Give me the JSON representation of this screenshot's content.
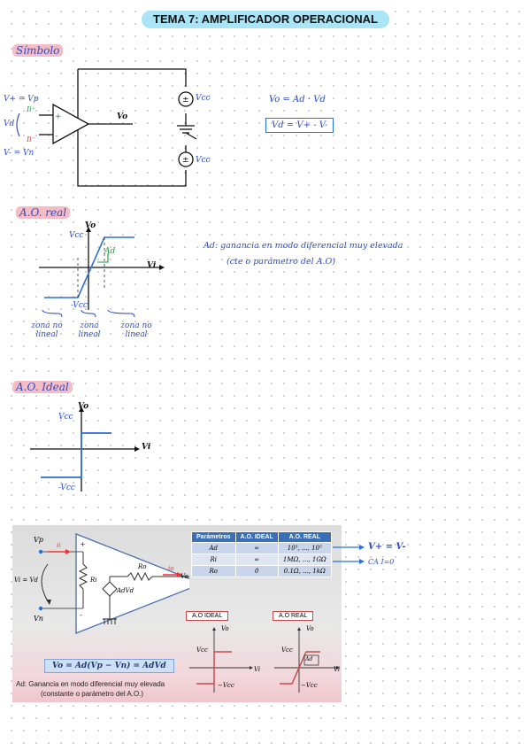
{
  "title": "TEMA 7: AMPLIFICADOR OPERACIONAL",
  "sections": {
    "simbolo": "Símbolo",
    "real": "A.O. real",
    "ideal": "A.O. Ideal"
  },
  "symbol": {
    "vp_label": "V+ = Vp",
    "vm_label": "V- = Vn",
    "vd": "Vd",
    "vo": "Vo",
    "vcc_top": "Vcc",
    "vcc_bot": "Vcc",
    "plus": "+",
    "minus": "-",
    "eq1": "Vo = Ad · Vd",
    "eq2": "Vd = V+ - V-"
  },
  "real": {
    "vo": "Vo",
    "vcc": "Vcc",
    "neg_vcc": "-Vcc",
    "vi": "Vi",
    "ad": "Ad",
    "zone1": "zona no lineal",
    "zone2": "zona lineal",
    "zone3": "zona no lineal",
    "note1": "Ad: ganancia en modo diferencial muy elevada",
    "note2": "(cte o parámetro del A.O)"
  },
  "ideal": {
    "vo": "Vo",
    "vcc": "Vcc",
    "neg_vcc": "-Vcc",
    "vi": "Vi"
  },
  "panel": {
    "headers": [
      "Parámetros",
      "A.O. IDEAL",
      "A.O. REAL"
    ],
    "rows": [
      [
        "Ad",
        "∞",
        "10³, ..., 10⁵"
      ],
      [
        "Ri",
        "∞",
        "1MΩ, ..., 1GΩ"
      ],
      [
        "Ro",
        "0",
        "0.1Ω, ..., 1kΩ"
      ]
    ],
    "tag_ideal": "A.O IDEAL",
    "tag_real": "A.O REAL",
    "formula": "Vo = Ad(Vp − Vn) = AdVd",
    "caption1": "Ad: Ganancia en modo diferencial muy elevada",
    "caption2": "(constante o parámetro del A.O.)",
    "vp": "Vp",
    "vn": "Vn",
    "vi_eq": "Vi = Vd",
    "ri": "Ri",
    "ro": "Ro",
    "advd": "AdVd",
    "vo": "Vo",
    "ii": "ii",
    "io": "io",
    "vcc": "Vcc",
    "neg_vcc": "−Vcc",
    "vi": "Vi",
    "vo_axis": "Vo",
    "ad_box": "Ad"
  },
  "annotations": {
    "eq_right": "V+ = V-",
    "ca_right": "CA  I=0"
  }
}
